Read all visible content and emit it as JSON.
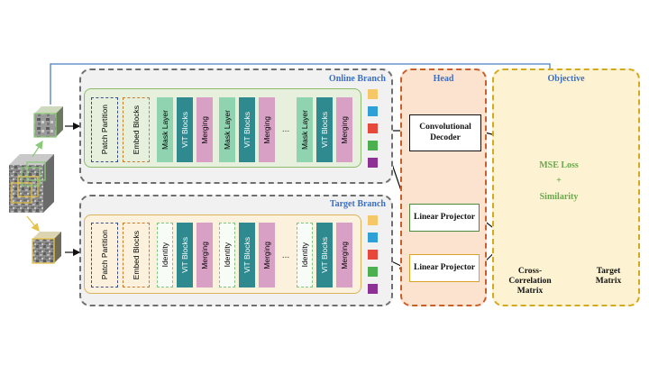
{
  "online_branch": {
    "title": "Online Branch",
    "patch_partition": "Patch Partition",
    "embed_blocks": "Embed Blocks",
    "stages": [
      {
        "first": "Mask Layer",
        "vit": "ViT Blocks",
        "merge": "Merging"
      },
      {
        "first": "Mask Layer",
        "vit": "ViT Blocks",
        "merge": "Merging"
      },
      {
        "first": "Mask Layer",
        "vit": "ViT Blocks",
        "merge": "Merging"
      }
    ],
    "ellipsis": "..."
  },
  "target_branch": {
    "title": "Target Branch",
    "patch_partition": "Patch Partition",
    "embed_blocks": "Embed Blocks",
    "stages": [
      {
        "first": "Identity",
        "vit": "ViT Blocks",
        "merge": "Merging"
      },
      {
        "first": "Identity",
        "vit": "ViT Blocks",
        "merge": "Merging"
      },
      {
        "first": "Identity",
        "vit": "ViT Blocks",
        "merge": "Merging"
      }
    ],
    "ellipsis": "..."
  },
  "token_colors": [
    "#f6c766",
    "#2f9fd8",
    "#e8473b",
    "#4caf50",
    "#8e3196"
  ],
  "head": {
    "title": "Head",
    "conv_decoder": "Convolutional Decoder",
    "linear_projector_1": "Linear Projector",
    "linear_projector_2": "Linear Projector"
  },
  "objective": {
    "title": "Objective",
    "mse_loss": "MSE Loss",
    "plus": "+",
    "similarity": "Similarity",
    "cross_correlation": "Cross-Correlation Matrix",
    "target_matrix": "Target Matrix"
  },
  "colors": {
    "online_accent": "#8cbc6c",
    "target_accent": "#d9b25a",
    "head_accent": "#c8602a",
    "objective_accent": "#d3a91d",
    "title_blue": "#3d6fbf",
    "loss_green": "#6aa84f"
  }
}
